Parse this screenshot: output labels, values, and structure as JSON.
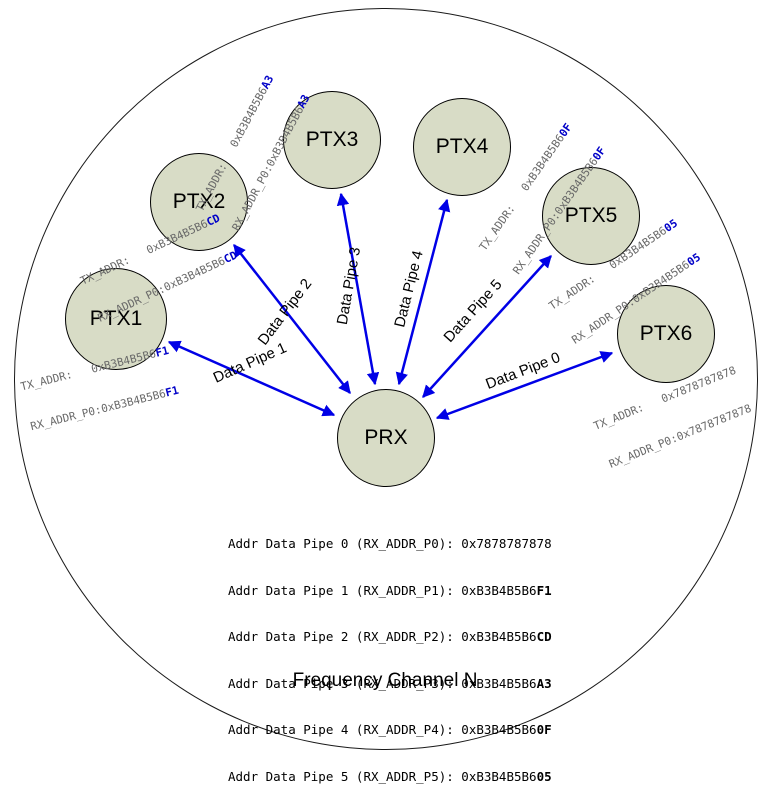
{
  "title": "Frequency Channel N",
  "prx": {
    "label": "PRX"
  },
  "ptx_nodes": [
    {
      "label": "PTX1",
      "pipe_label": "Data Pipe 1",
      "tx_prefix": "TX_ADDR:   0xB3B4B5B6",
      "tx_suffix": "F1",
      "rx_prefix": "RX_ADDR_P0:0xB3B4B5B6",
      "rx_suffix": "F1"
    },
    {
      "label": "PTX2",
      "pipe_label": "Data Pipe 2",
      "tx_prefix": "TX_ADDR:   0xB3B4B5B6",
      "tx_suffix": "CD",
      "rx_prefix": "RX_ADDR_P0:0xB3B4B5B6",
      "rx_suffix": "CD"
    },
    {
      "label": "PTX3",
      "pipe_label": "Data Pipe 3",
      "tx_prefix": "TX_ADDR:   0xB3B4B5B6",
      "tx_suffix": "A3",
      "rx_prefix": "RX_ADDR_P0:0xB3B4B5B6",
      "rx_suffix": "A3"
    },
    {
      "label": "PTX4",
      "pipe_label": "Data Pipe 4",
      "tx_prefix": "TX_ADDR:   0xB3B4B5B6",
      "tx_suffix": "0F",
      "rx_prefix": "RX_ADDR_P0:0xB3B4B5B6",
      "rx_suffix": "0F"
    },
    {
      "label": "PTX5",
      "pipe_label": "Data Pipe 5",
      "tx_prefix": "TX_ADDR:   0xB3B4B5B6",
      "tx_suffix": "05",
      "rx_prefix": "RX_ADDR_P0:0xB3B4B5B6",
      "rx_suffix": "05"
    },
    {
      "label": "PTX6",
      "pipe_label": "Data Pipe 0",
      "tx_prefix": "TX_ADDR:   0x7878787878",
      "tx_suffix": "",
      "rx_prefix": "RX_ADDR_P0:0x7878787878",
      "rx_suffix": ""
    }
  ],
  "addr_table": [
    {
      "prefix": "Addr Data Pipe 0 (RX_ADDR_P0): 0x7878787878",
      "suffix": ""
    },
    {
      "prefix": "Addr Data Pipe 1 (RX_ADDR_P1): 0xB3B4B5B6",
      "suffix": "F1"
    },
    {
      "prefix": "Addr Data Pipe 2 (RX_ADDR_P2): 0xB3B4B5B6",
      "suffix": "CD"
    },
    {
      "prefix": "Addr Data Pipe 3 (RX_ADDR_P3): 0xB3B4B5B6",
      "suffix": "A3"
    },
    {
      "prefix": "Addr Data Pipe 4 (RX_ADDR_P4): 0xB3B4B5B6",
      "suffix": "0F"
    },
    {
      "prefix": "Addr Data Pipe 5 (RX_ADDR_P5): 0xB3B4B5B6",
      "suffix": "05"
    }
  ],
  "colors": {
    "arrow_blue": "#0000e6",
    "node_fill": "#d8dcc6",
    "address_gray": "#696969",
    "suffix_blue": "#0000c8"
  }
}
